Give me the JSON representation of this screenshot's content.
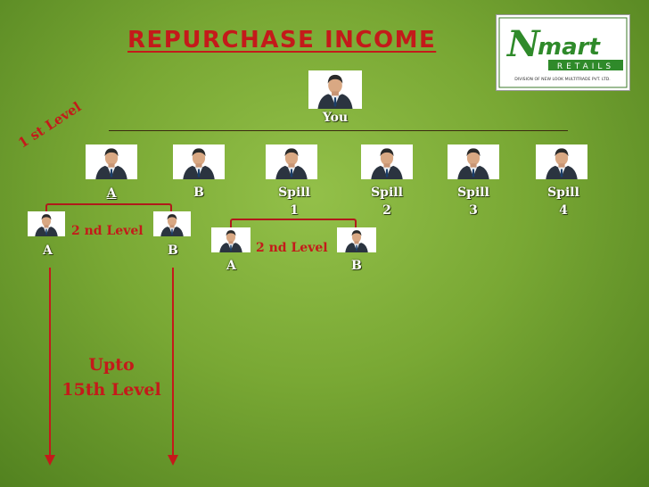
{
  "title": "REPURCHASE INCOME",
  "logo": {
    "brand_mark": "N",
    "brand_word": "mart",
    "sub": "RETAILS",
    "division": "DIVISION OF NEW LOOK MULTITRADE PVT. LTD."
  },
  "root": {
    "label": "You"
  },
  "first_level_label": "1 st Level",
  "first_level": [
    {
      "line1": "A",
      "line2": ""
    },
    {
      "line1": "B",
      "line2": ""
    },
    {
      "line1": "Spill",
      "line2": "1"
    },
    {
      "line1": "Spill",
      "line2": "2"
    },
    {
      "line1": "Spill",
      "line2": "3"
    },
    {
      "line1": "Spill",
      "line2": "4"
    }
  ],
  "second_level_label": "2 nd Level",
  "group_a": {
    "left": "A",
    "right": "B"
  },
  "group_spill": {
    "left": "A",
    "right": "B"
  },
  "upto": {
    "line1": "Upto",
    "line2": "15th Level"
  },
  "colors": {
    "background": "#7aaa35",
    "accent_red": "#c41a1a",
    "label_text": "#ffffff"
  }
}
